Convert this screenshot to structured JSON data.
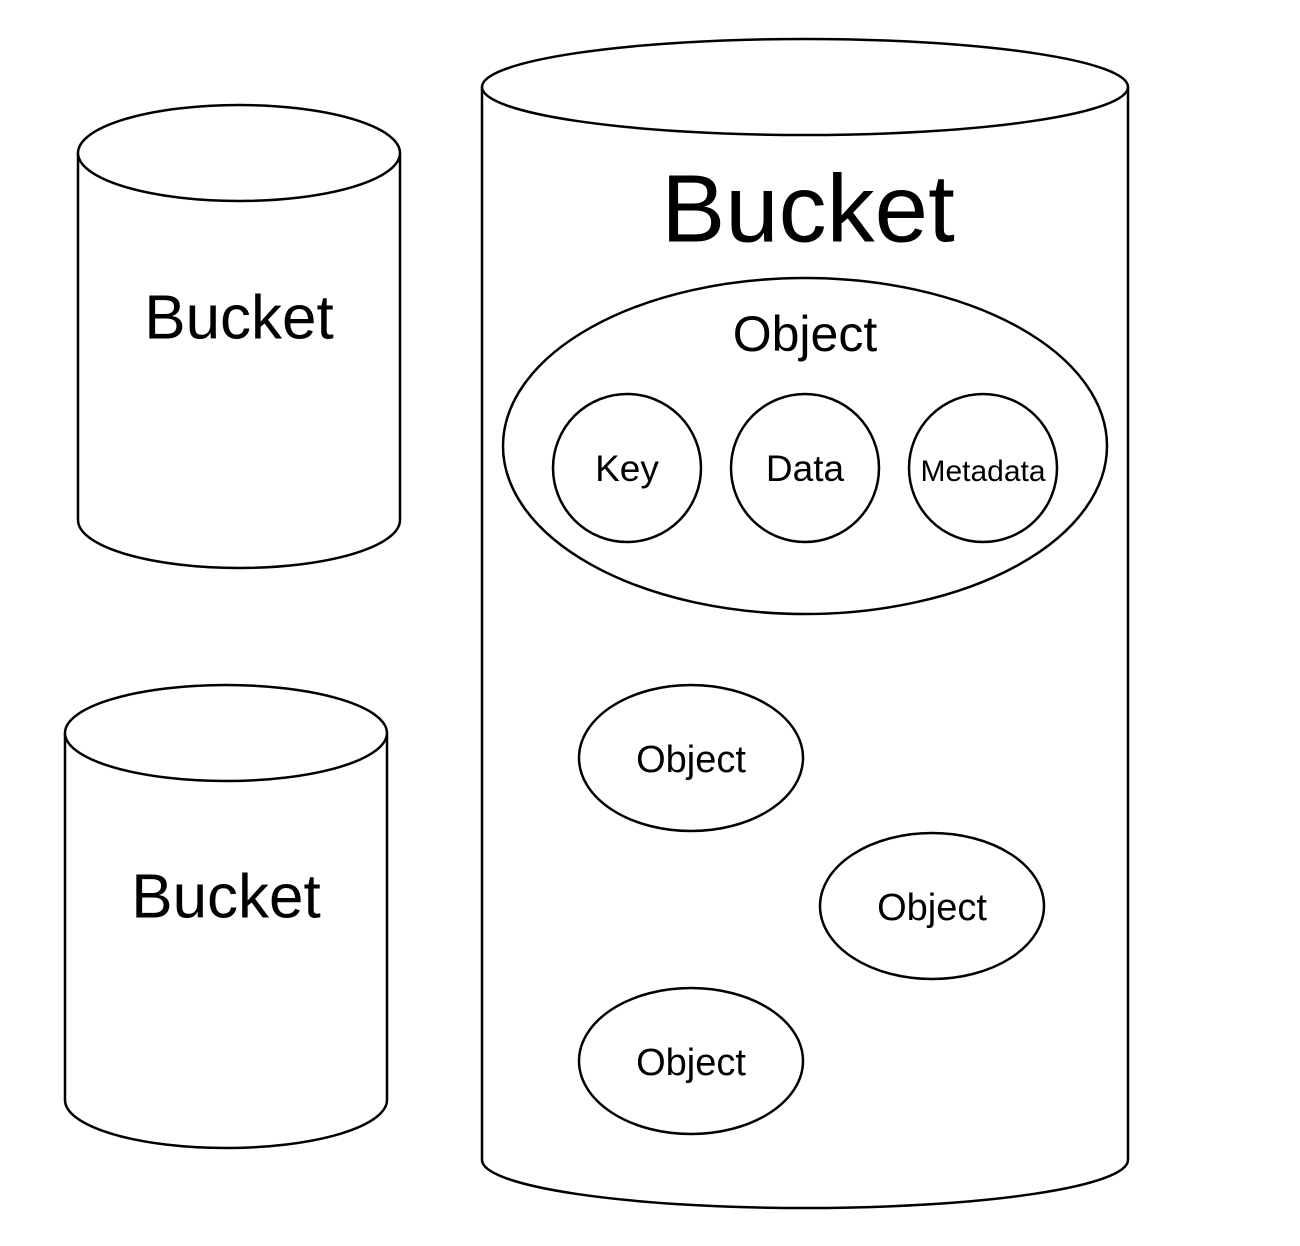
{
  "colors": {
    "stroke": "#000000",
    "fill": "#ffffff",
    "text": "#000000"
  },
  "buckets": {
    "top_left": {
      "label": "Bucket"
    },
    "bottom_left": {
      "label": "Bucket"
    },
    "main": {
      "label": "Bucket"
    }
  },
  "main_bucket": {
    "detailed_object": {
      "label": "Object",
      "parts": [
        {
          "label": "Key"
        },
        {
          "label": "Data"
        },
        {
          "label": "Metadata"
        }
      ]
    },
    "objects": [
      {
        "label": "Object"
      },
      {
        "label": "Object"
      },
      {
        "label": "Object"
      }
    ]
  }
}
